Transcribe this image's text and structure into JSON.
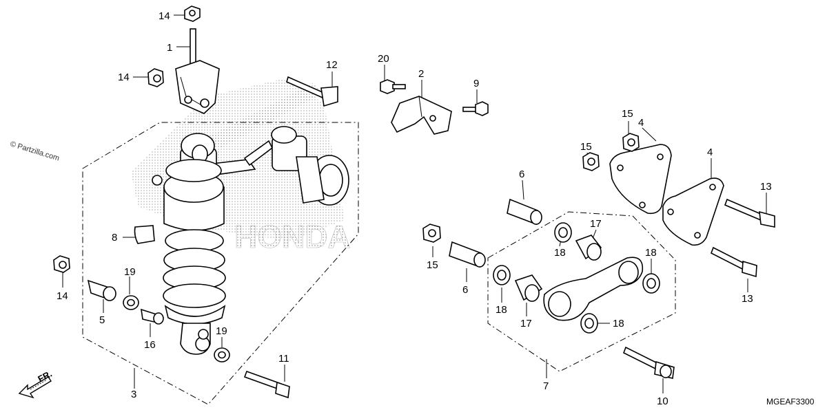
{
  "watermark": "© Partzilla.com",
  "direction_marker": "FR.",
  "diagram_code": "MGEAF3300",
  "logo_text": "HONDA",
  "callouts": [
    {
      "id": "c14a",
      "text": "14"
    },
    {
      "id": "c1",
      "text": "1"
    },
    {
      "id": "c14b",
      "text": "14"
    },
    {
      "id": "c12",
      "text": "12"
    },
    {
      "id": "c20",
      "text": "20"
    },
    {
      "id": "c2",
      "text": "2"
    },
    {
      "id": "c9",
      "text": "9"
    },
    {
      "id": "c15a",
      "text": "15"
    },
    {
      "id": "c4a",
      "text": "4"
    },
    {
      "id": "c15b",
      "text": "15"
    },
    {
      "id": "c4b",
      "text": "4"
    },
    {
      "id": "c6a",
      "text": "6"
    },
    {
      "id": "c13a",
      "text": "13"
    },
    {
      "id": "c8",
      "text": "8"
    },
    {
      "id": "c17a",
      "text": "17"
    },
    {
      "id": "c18a",
      "text": "18"
    },
    {
      "id": "c18b",
      "text": "18"
    },
    {
      "id": "c15c",
      "text": "15"
    },
    {
      "id": "c6b",
      "text": "6"
    },
    {
      "id": "c14c",
      "text": "14"
    },
    {
      "id": "c19a",
      "text": "19"
    },
    {
      "id": "c18c",
      "text": "18"
    },
    {
      "id": "c17b",
      "text": "17"
    },
    {
      "id": "c13b",
      "text": "13"
    },
    {
      "id": "c5",
      "text": "5"
    },
    {
      "id": "c16",
      "text": "16"
    },
    {
      "id": "c19b",
      "text": "19"
    },
    {
      "id": "c18d",
      "text": "18"
    },
    {
      "id": "c11",
      "text": "11"
    },
    {
      "id": "c3",
      "text": "3"
    },
    {
      "id": "c7",
      "text": "7"
    },
    {
      "id": "c10",
      "text": "10"
    }
  ]
}
